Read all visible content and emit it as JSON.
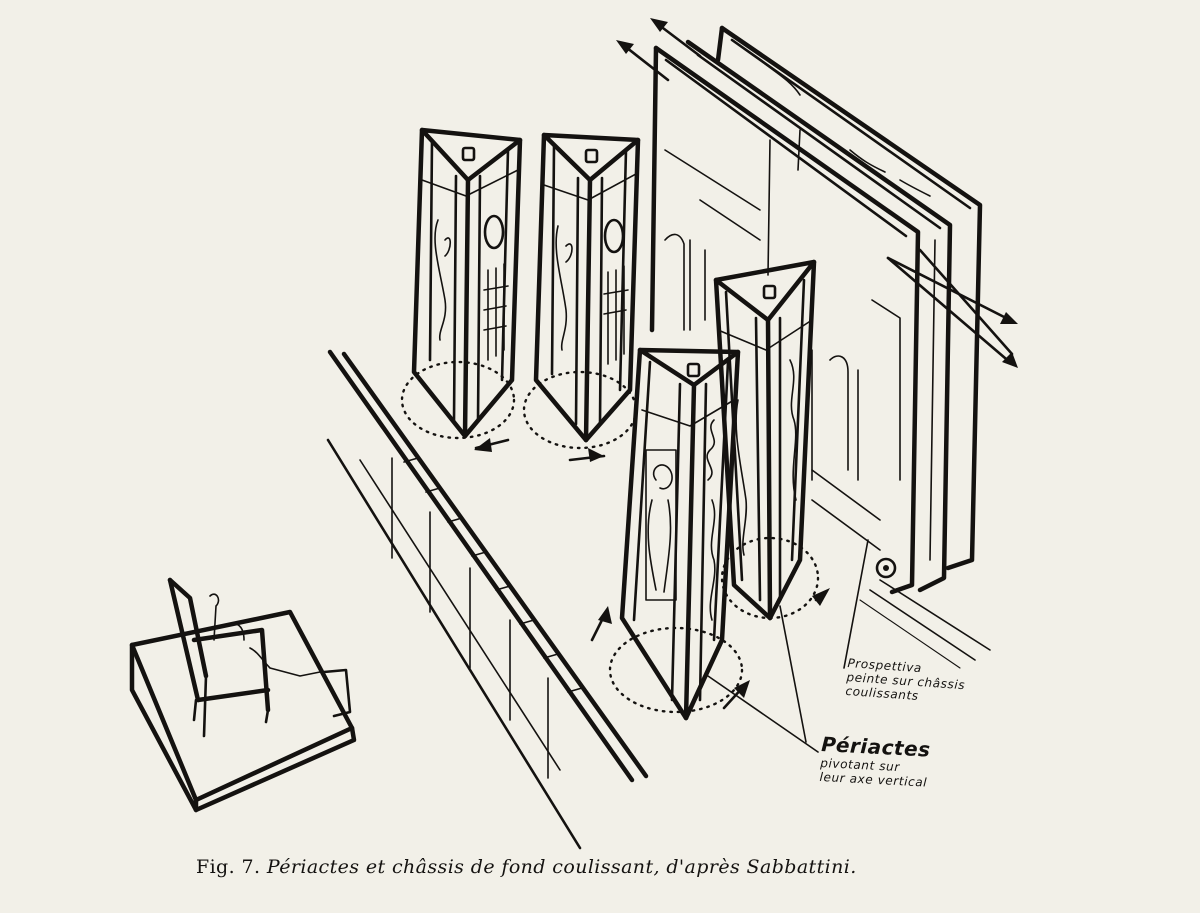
{
  "annotations": {
    "prospettiva": {
      "line1": "Prospettiva",
      "line2": "peinte sur châssis",
      "line3": "coulissants"
    },
    "periactes": {
      "title": "Périactes",
      "line1": "pivotant sur",
      "line2": "leur axe vertical"
    }
  },
  "caption": {
    "figure": "Fig. 7.",
    "title": "Périactes et châssis de fond coulissant, d'après Sabbattini."
  }
}
